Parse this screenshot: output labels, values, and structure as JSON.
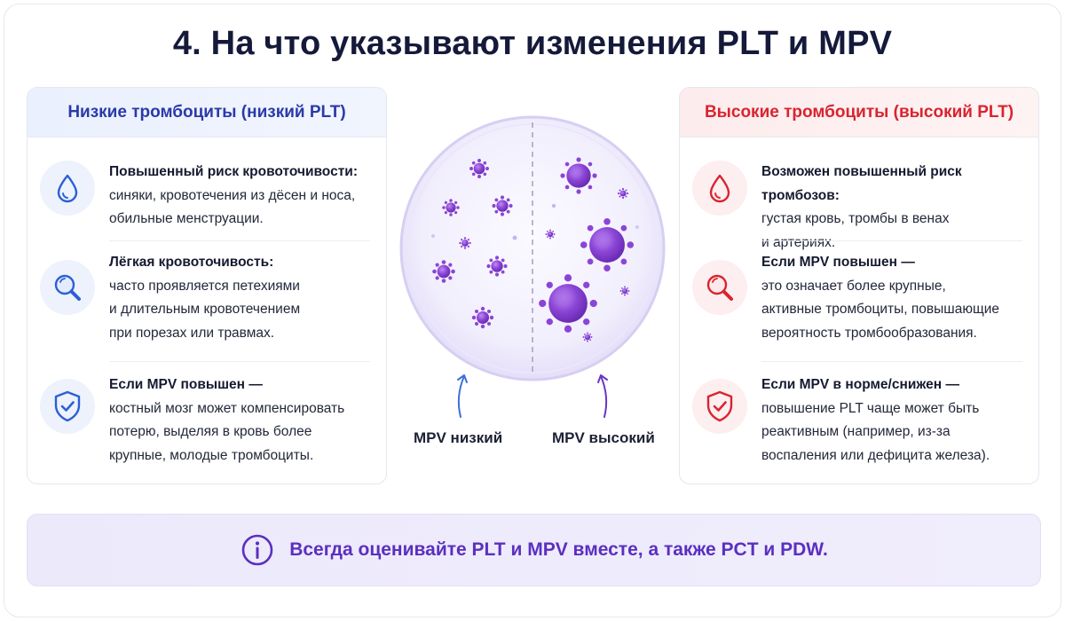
{
  "title": "4. На что указывают изменения PLT и MPV",
  "left_panel": {
    "header": "Низкие тромбоциты (низкий PLT)",
    "items": [
      {
        "icon": "drop-icon",
        "heading": "Повышенный риск кровоточивости:",
        "text": "синяки, кровотечения из дёсен и носа,\nобильные менструации."
      },
      {
        "icon": "magnifier-icon",
        "heading": "Лёгкая кровоточивость:",
        "text": "часто проявляется петехиями\nи длительным кровотечением\nпри порезах или травмах."
      },
      {
        "icon": "shield-check-icon",
        "heading": "Если MPV повышен —",
        "text": "костный мозг может компенсировать\nпотерю, выделяя в кровь более\nкрупные, молодые тромбоциты."
      }
    ]
  },
  "right_panel": {
    "header": "Высокие тромбоциты (высокий PLT)",
    "items": [
      {
        "icon": "drop-icon",
        "heading": "Возможен повышенный риск тромбозов:",
        "text": "густая кровь, тромбы в венах\nи артериях."
      },
      {
        "icon": "magnifier-icon",
        "heading": "Если MPV повышен —",
        "text": "это означает более крупные,\nактивные тромбоциты, повышающие\nвероятность тромбообразования."
      },
      {
        "icon": "shield-check-icon",
        "heading": "Если MPV в норме/снижен —",
        "text": "повышение PLT чаще может быть\nреактивным (например, из-за\nвоспаления или дефицита железа)."
      }
    ]
  },
  "center": {
    "label_low": "MPV низкий",
    "label_high": "MPV высокий"
  },
  "banner": {
    "icon": "info-icon",
    "text": "Всегда оценивайте PLT и MPV вместе, а также PCT и PDW."
  },
  "colors": {
    "blue_accent": "#2a3aa8",
    "red_accent": "#d9242f",
    "purple_accent": "#5b2fc0"
  }
}
